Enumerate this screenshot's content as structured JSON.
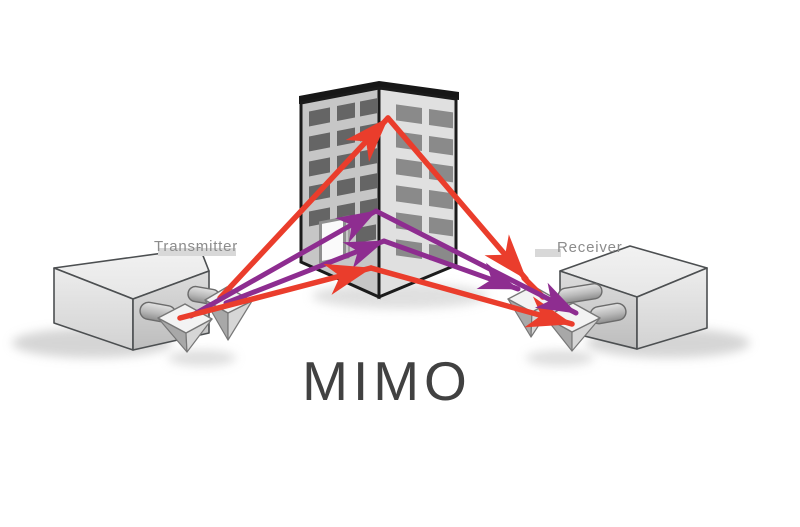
{
  "title": {
    "text": "MIMO"
  },
  "labels": {
    "transmitter": "Transmitter",
    "receiver": "Receiver"
  },
  "colors": {
    "signal_red": "#ea3d2c",
    "signal_purple": "#8e2d90",
    "title_color": "#414141",
    "label_color": "#8c8c8c"
  },
  "legend": {
    "red_paths": "2 red signal paths bouncing off building",
    "purple_paths": "2 purple signal paths bouncing off building"
  }
}
